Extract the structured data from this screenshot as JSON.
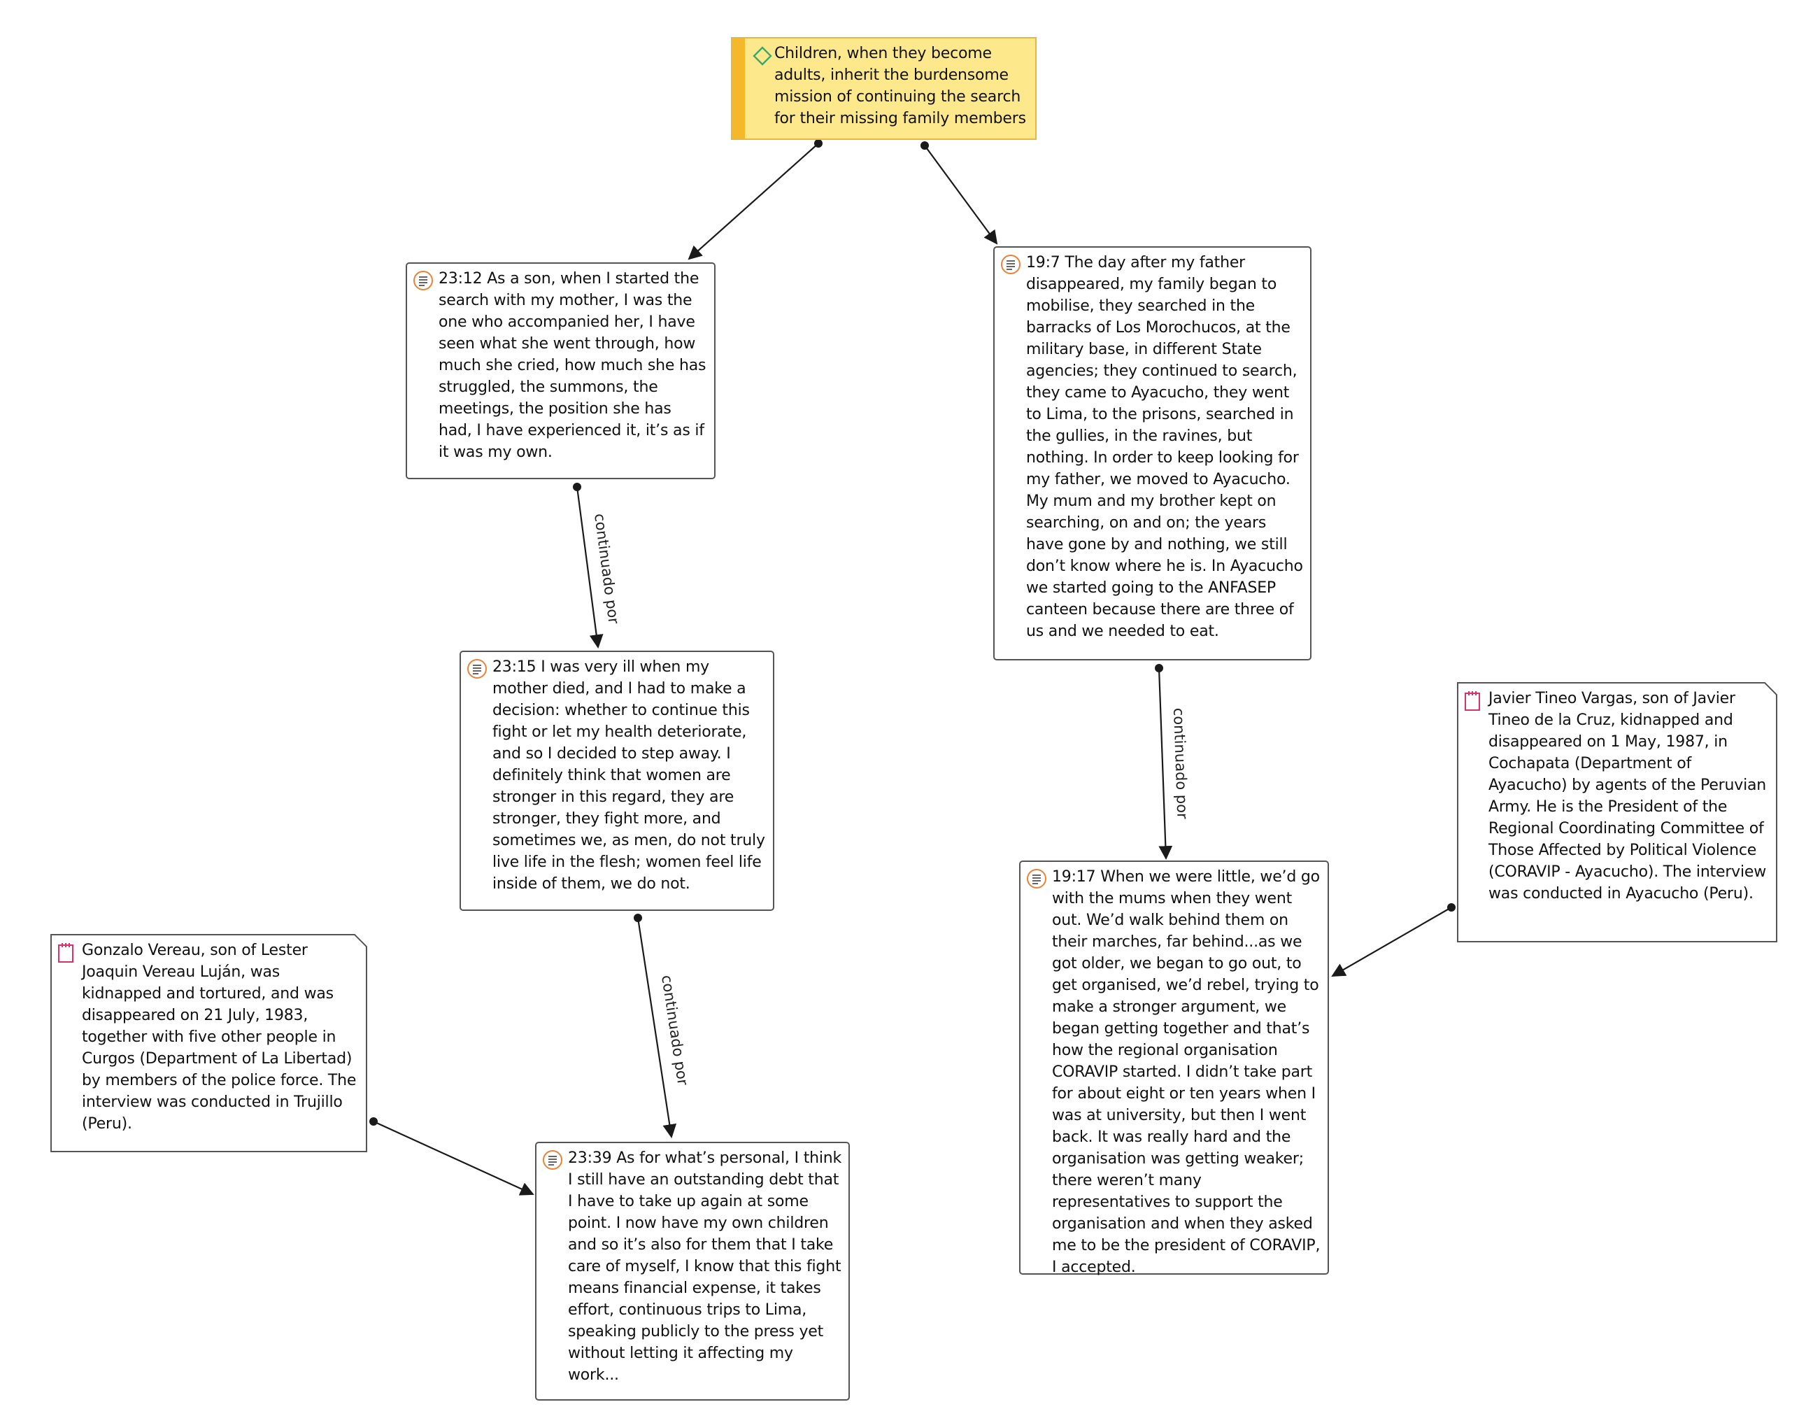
{
  "code": {
    "text": "Children, when they become adults, inherit the burdensome mission of continuing the search for their missing family members"
  },
  "quotes": {
    "q23_12": "23:12 As a son, when I started the search with my mother, I was the one who accompanied her, I have seen what she went through, how much she cried, how much she has struggled, the summons, the meetings, the position she has had, I have experienced it, it’s as if it was my own.",
    "q19_7": "19:7 The day after my father disappeared, my family began to mobilise, they searched in the barracks of Los Morochucos, at the military base, in different State agencies; they continued to search, they came to Ayacucho, they went to Lima, to the prisons, searched in the gullies, in the ravines, but nothing. In order to keep looking for my father, we moved to Ayacucho. My mum and my brother kept on searching, on and on; the years have gone by and nothing, we still don’t know where he is. In Ayacucho we started going to the ANFASEP canteen because there are three of us and we needed to eat.",
    "q23_15": "23:15 I was very ill when my mother died, and I had to make a decision: whether to continue this fight or let my health deteriorate, and so I decided to step away. I definitely think that women are stronger in this regard, they are stronger, they fight more, and sometimes we, as men, do not truly live life in the flesh; women feel life inside of them, we do not.",
    "q19_17": "19:17 When we were little, we’d go with the mums when they went out. We’d walk behind them on their marches, far behind...as we got older, we began to go out, to get organised, we’d rebel, trying to make a stronger argument, we began getting together and that’s how the regional organisation CORAVIP started. I didn’t take part for about eight or ten years when I was at university, but then I went back. It was really hard and the organisation was getting weaker; there weren’t many representatives to support the organisation and when they asked me to be the president of CORAVIP, I accepted.",
    "q23_39": "23:39 As for what’s personal, I think I still have an outstanding debt that I have to take up again at some point. I now have my own children and so it’s also for them that I take care of myself, I know that this fight means financial expense, it takes effort, continuous trips to Lima, speaking publicly to the press yet without letting it affecting my work..."
  },
  "memos": {
    "javier": "Javier Tineo Vargas, son of Javier Tineo de la Cruz, kidnapped and disappeared on 1 May, 1987, in Cochapata (Department of Ayacucho) by agents of the Peruvian Army. He is the President of the Regional Coordinating Committee of Those Affected by Political Violence (CORAVIP - Ayacucho). The interview was conducted in Ayacucho (Peru).",
    "gonzalo": "Gonzalo Vereau, son of Lester Joaquin Vereau Luján, was kidnapped and tortured, and was disappeared on 21 July, 1983, together with five other people in Curgos (Department of La Libertad) by members of the police force. The interview was conducted in Trujillo (Peru)."
  },
  "links": {
    "label_1": "continuado por",
    "label_2": "continuado por",
    "label_3": "continuado por"
  },
  "colors": {
    "code_fill": "#fde98b",
    "code_stripe": "#f4b82a",
    "quote_icon": "#e8833a",
    "memo_icon": "#d6336c"
  },
  "icons": {
    "code": "diamond-icon",
    "quote": "quotation-icon",
    "memo": "memo-icon"
  }
}
